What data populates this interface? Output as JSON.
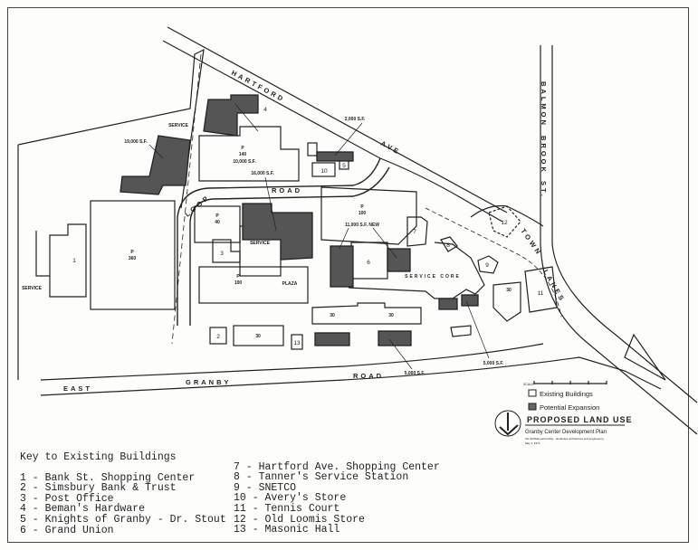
{
  "map": {
    "streets": {
      "hartford": "HARTFORD",
      "ave": "AVE",
      "balmon": "BALMON",
      "brook": "BROOK",
      "st": "ST.",
      "east": "EAST",
      "granby": "GRANBY",
      "road": "ROAD",
      "loop": "LOOP",
      "loop_road": "ROAD",
      "town": "TOWN",
      "lane": "LANES"
    },
    "areas": {
      "service1": "SERVICE",
      "service2": "SERVICE",
      "service3": "SERVICE",
      "plaza": "PLAZA",
      "service_core": "SERVICE CORE"
    },
    "parking": [
      {
        "p": "P",
        "n": "140"
      },
      {
        "p": "P",
        "n": "360"
      },
      {
        "p": "P",
        "n": "40"
      },
      {
        "p": "P",
        "n": "100"
      },
      {
        "p": "P",
        "n": "100"
      }
    ],
    "lots": [
      "30",
      "30",
      "30",
      "30"
    ],
    "expansions": [
      "10,000 S.F.",
      "19,000 S.F.",
      "16,000 S.F.",
      "2,000 S.F.",
      "11,000 S.F. NEW",
      "5,000 S.F.",
      "5,000 S.F."
    ],
    "building_numbers": [
      "1",
      "2",
      "3",
      "4",
      "5",
      "6",
      "7",
      "8",
      "9",
      "10",
      "11",
      "12",
      "13"
    ]
  },
  "legend": {
    "scale": "SCALE",
    "existing": "Existing Buildings",
    "potential": "Potential Expansion",
    "title": "PROPOSED LAND USE",
    "subtitle": "Granby Center Development Plan",
    "credit": "the GRTHE partnership · landscape architecture and engineering",
    "date": "May 1, 1971"
  },
  "key": {
    "title": "Key to Existing Buildings",
    "col1": [
      "1 - Bank St. Shopping Center",
      "2 - Simsbury Bank & Trust",
      "3 - Post Office",
      "4 - Beman's Hardware",
      "5 - Knights of Granby - Dr. Stout",
      "6 - Grand Union"
    ],
    "col2": [
      "7 - Hartford Ave. Shopping Center",
      "8 - Tanner's Service Station",
      "9 - SNETCO",
      "10 - Avery's Store",
      "11 - Tennis Court",
      "12 - Old Loomis Store",
      "13 - Masonic Hall"
    ]
  },
  "colors": {
    "ink": "#222222",
    "hatch": "#555555",
    "paper": "#fdfdfc"
  }
}
